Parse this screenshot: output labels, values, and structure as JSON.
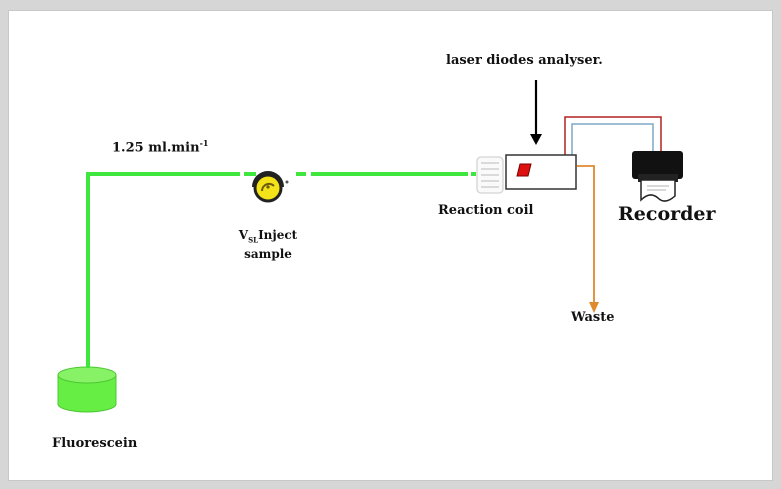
{
  "diagram": {
    "flow_rate": {
      "value": "1.25 ml.min",
      "exponent": "-1"
    },
    "analyser_label": "laser diodes analyser.",
    "injector": {
      "prefix": "V",
      "subscript": "SL",
      "line1": "Inject",
      "line2": "sample"
    },
    "reaction_coil_label": "Reaction coil",
    "recorder_label": "Recorder",
    "waste_label": "Waste",
    "reservoir_label": "Fluorescein"
  },
  "colors": {
    "flow_line": "#3ee63e",
    "reservoir": "#66ee44",
    "waste_line": "#e08a2e",
    "signal_red": "#b22222",
    "signal_blue": "#7fa8c8",
    "injector_yellow": "#f5e31a",
    "indicator_red": "#dd1111"
  }
}
